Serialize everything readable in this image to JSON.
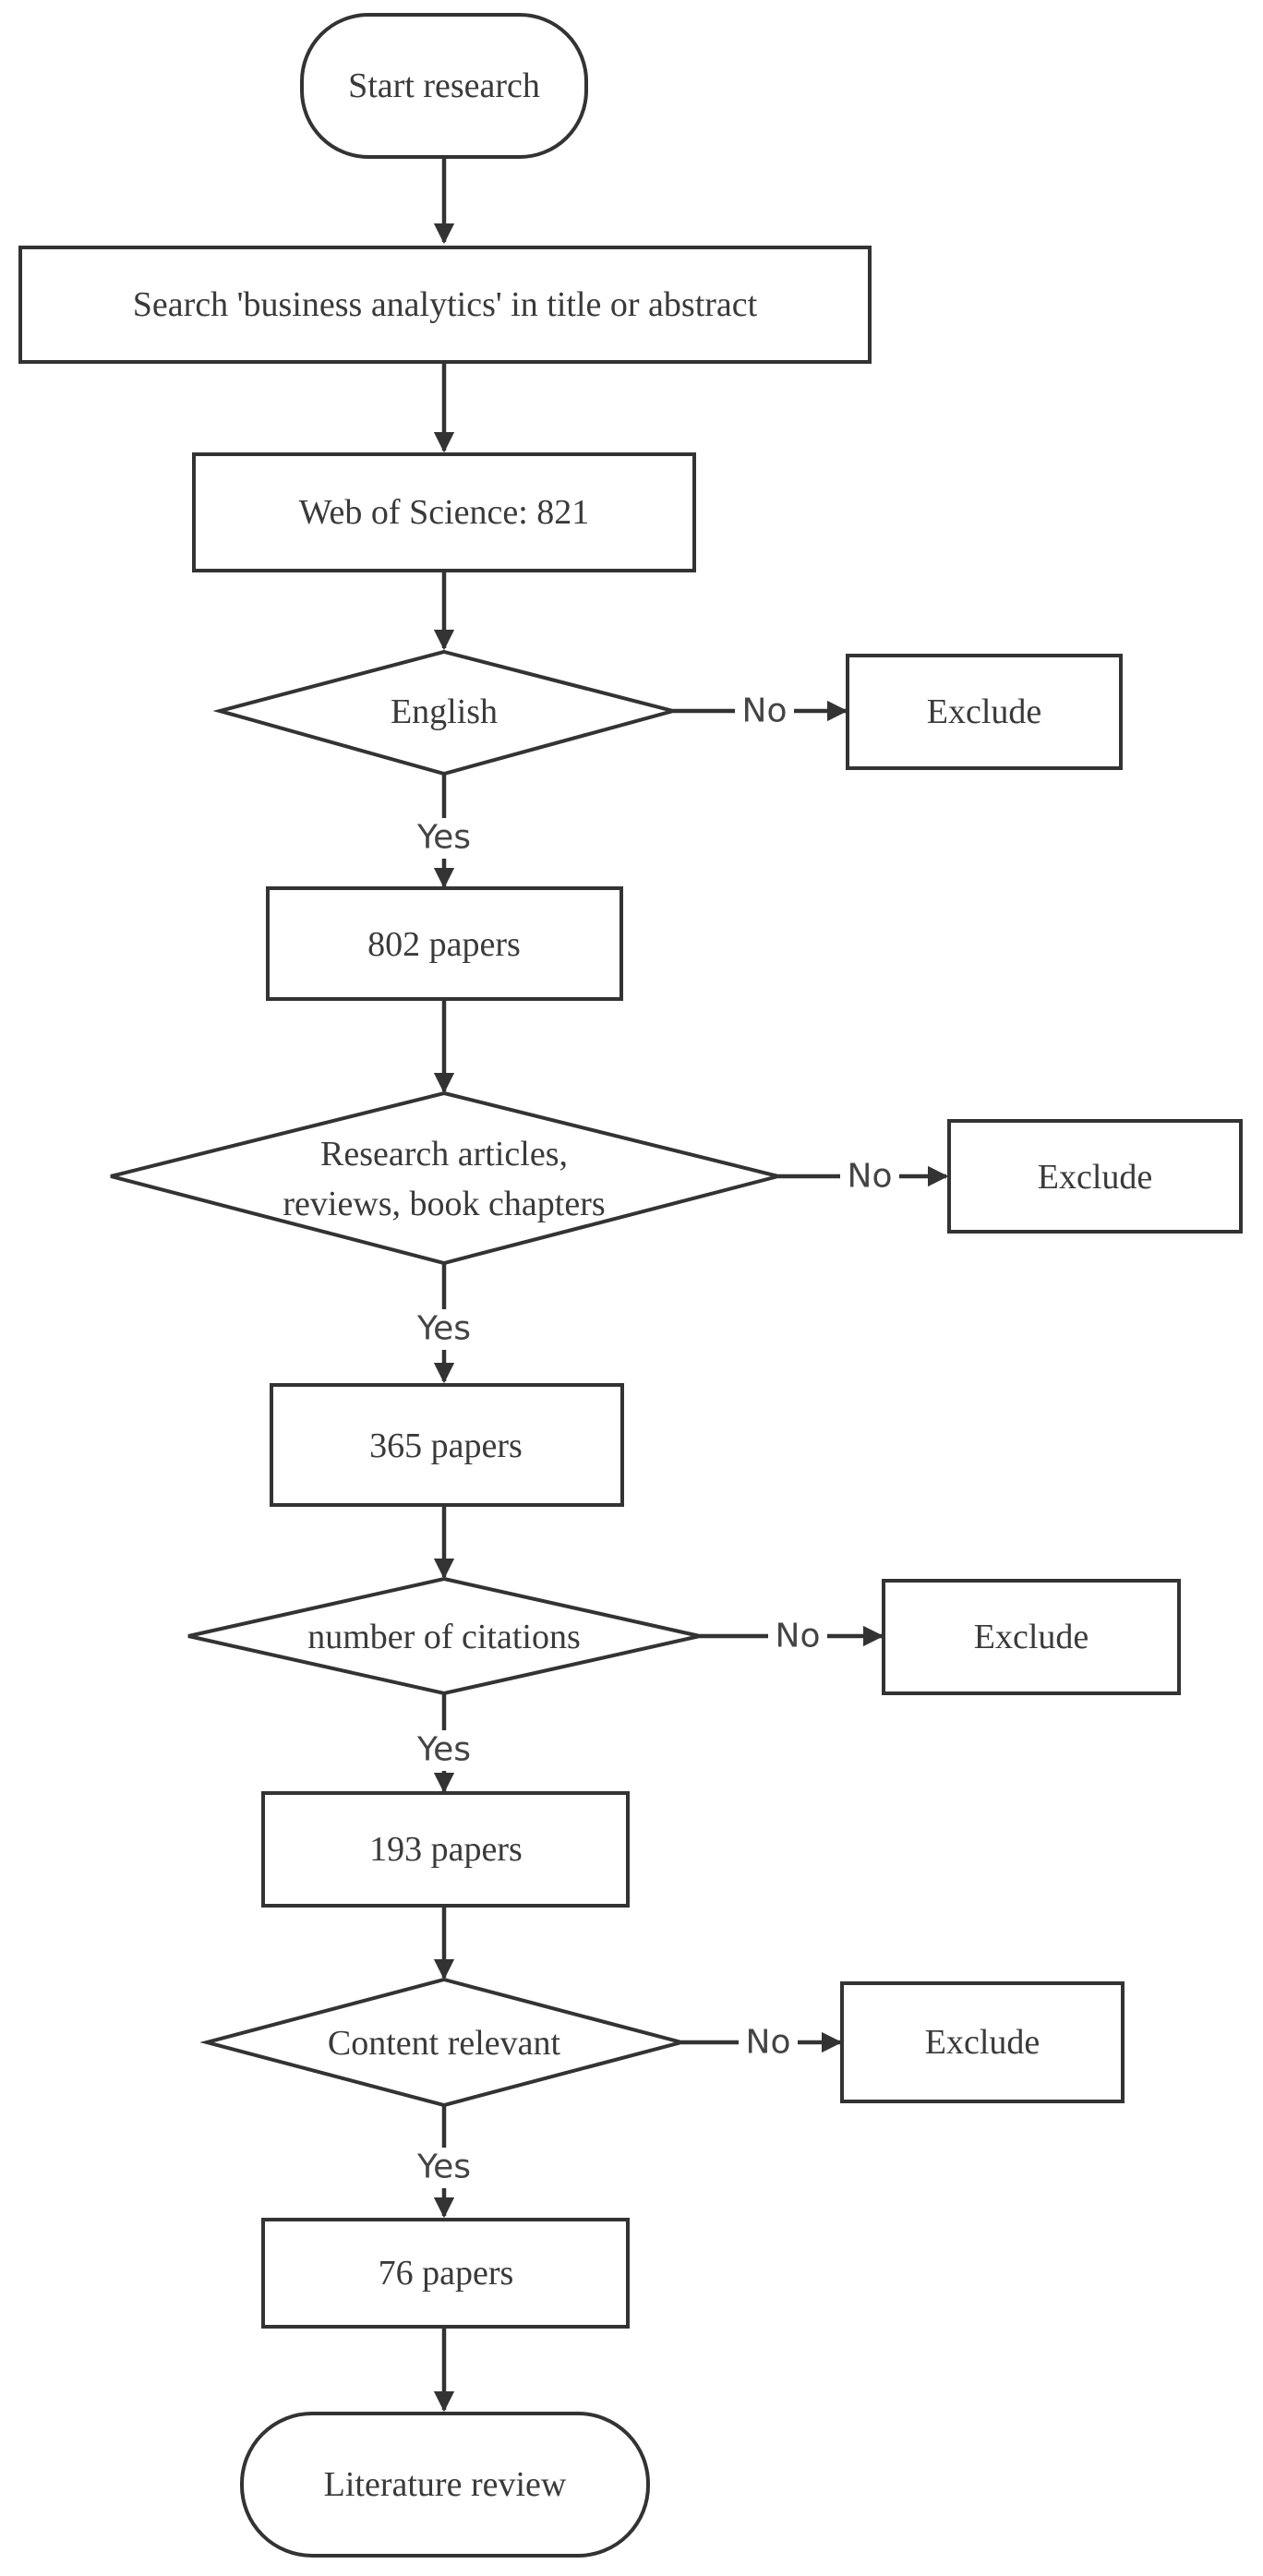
{
  "nodes": {
    "start": "Start research",
    "search": "Search 'business analytics' in title or abstract",
    "wos": "Web of Science: 821",
    "english": "English",
    "exclude_1": "Exclude",
    "papers_802": "802 papers",
    "doc_type_line1": "Research articles,",
    "doc_type_line2": "reviews, book chapters",
    "exclude_2": "Exclude",
    "papers_365": "365 papers",
    "citations": "number of citations",
    "exclude_3": "Exclude",
    "papers_193": "193 papers",
    "content": "Content relevant",
    "exclude_4": "Exclude",
    "papers_76": "76 papers",
    "end": "Literature review"
  },
  "edges": {
    "no_label": "No",
    "yes_label": "Yes"
  }
}
